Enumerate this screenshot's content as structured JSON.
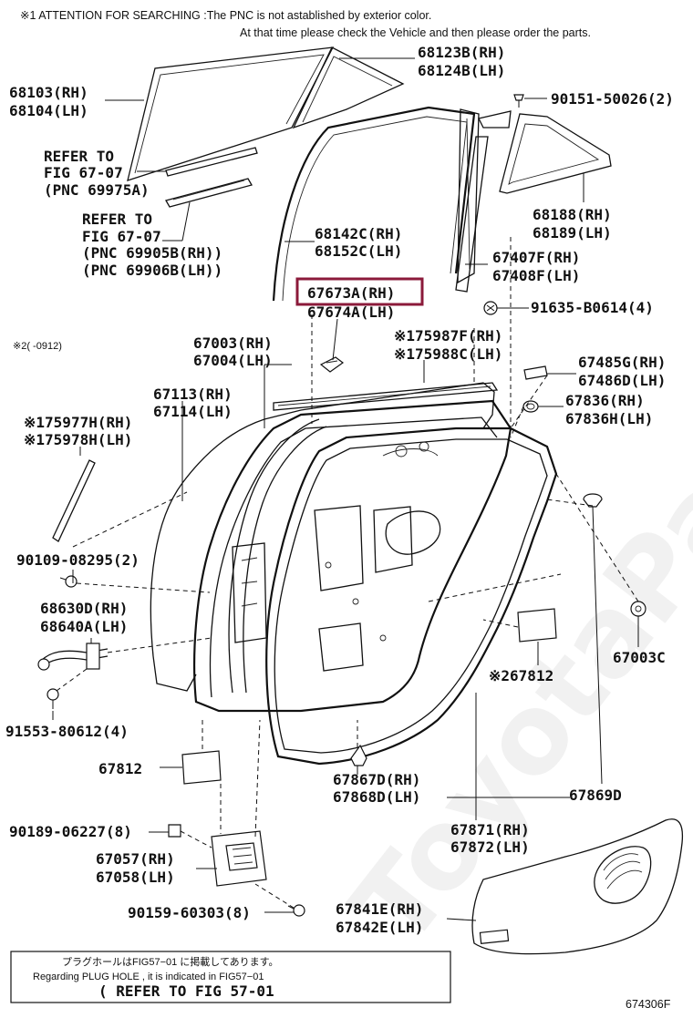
{
  "attention": {
    "line1": "※1 ATTENTION FOR SEARCHING :The PNC is not astablished by exterior color.",
    "line2": "At that time please check the Vehicle and then please order the parts."
  },
  "notes": {
    "note2_range": "※2(    -0912)"
  },
  "callouts": {
    "c68123b": "68123B(RH)",
    "c68124b": "68124B(LH)",
    "c68103": "68103(RH)",
    "c68104": "68104(LH)",
    "refer1_a": "REFER TO",
    "refer1_b": "FIG 67-07",
    "refer1_c": "(PNC 69975A)",
    "refer2_a": "REFER TO",
    "refer2_b": "FIG 67-07",
    "refer2_c": "(PNC 69905B(RH))",
    "refer2_d": "(PNC 69906B(LH))",
    "c90151": "90151-50026(2)",
    "c68188": "68188(RH)",
    "c68189": "68189(LH)",
    "c68142c": "68142C(RH)",
    "c68152c": "68152C(LH)",
    "c67407f": "67407F(RH)",
    "c67408f": "67408F(LH)",
    "c67673a": "67673A(RH)",
    "c67674a": "67674A(LH)",
    "c91635": "91635-B0614(4)",
    "c67003rh": "67003(RH)",
    "c67004": "67004(LH)",
    "c75987f": "※175987F(RH)",
    "c75988c": "※175988C(LH)",
    "c67485g": "67485G(RH)",
    "c67486d": "67486D(LH)",
    "c67113": "67113(RH)",
    "c67114": "67114(LH)",
    "c67836rh": "67836(RH)",
    "c67836h": "67836H(LH)",
    "c75977h": "※175977H(RH)",
    "c75978h": "※175978H(LH)",
    "c90109": "90109-08295(2)",
    "c68630d": "68630D(RH)",
    "c68640a": "68640A(LH)",
    "c67003c": "67003C",
    "c67812a": "※267812",
    "c91553": "91553-80612(4)",
    "c67812b": "67812",
    "c67867d": "67867D(RH)",
    "c67868d": "67868D(LH)",
    "c67869d": "67869D",
    "c90189": "90189-06227(8)",
    "c67871": "67871(RH)",
    "c67872": "67872(LH)",
    "c67057": "67057(RH)",
    "c67058": "67058(LH)",
    "c90159": "90159-60303(8)",
    "c67841e": "67841E(RH)",
    "c67842e": "67842E(LH)"
  },
  "footer_note": {
    "line_jp": "プラグホールはFIG57−01 に掲載してあります。",
    "line_en": "Regarding PLUG HOLE , it is indicated in FIG57−01",
    "line_ref": "( REFER TO FIG 57-01"
  },
  "figure_id": "674306F",
  "colors": {
    "highlight": "#8b1a3a",
    "line": "#111111"
  }
}
